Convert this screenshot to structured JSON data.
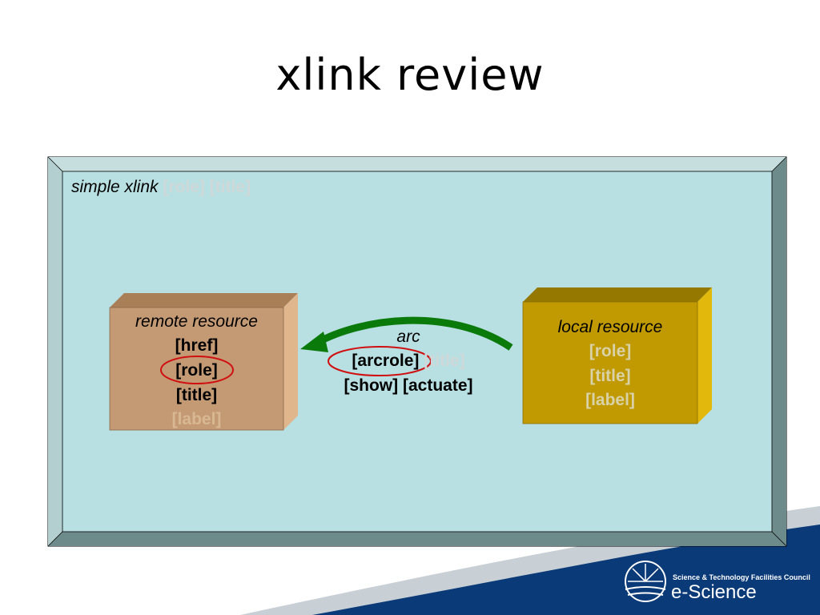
{
  "slide": {
    "title": "xlink review"
  },
  "simple_xlink": {
    "label": "simple xlink",
    "role": "[role]",
    "title": "[title]"
  },
  "remote": {
    "title": "remote resource",
    "href": "[href]",
    "role": "[role]",
    "ttl": "[title]",
    "label": "[label]"
  },
  "local": {
    "title": "local resource",
    "role": "[role]",
    "ttl": "[title]",
    "label": "[label]"
  },
  "arc": {
    "title": "arc",
    "arcrole": "[arcrole]",
    "ttl": "[title]",
    "show_actuate": "[show] [actuate]"
  },
  "logo": {
    "org": "Science & Technology Facilities Council",
    "name": "e-Science"
  },
  "colors": {
    "panel": "#b8dfe2",
    "bevel": "#6e8b8c",
    "remote": "#c49a74",
    "local": "#c09a00",
    "arrow": "#0a7a0a",
    "highlight": "#d01010"
  }
}
